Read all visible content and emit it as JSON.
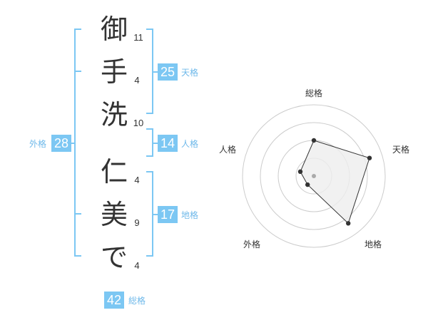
{
  "name": {
    "chars": [
      {
        "char": "御",
        "strokes": "11"
      },
      {
        "char": "手",
        "strokes": "4"
      },
      {
        "char": "洗",
        "strokes": "10"
      },
      {
        "char": "仁",
        "strokes": "4"
      },
      {
        "char": "美",
        "strokes": "9"
      },
      {
        "char": "で",
        "strokes": "4"
      }
    ]
  },
  "kakusu": {
    "tenkaku": {
      "value": "25",
      "label": "天格"
    },
    "jinkaku": {
      "value": "14",
      "label": "人格"
    },
    "chikaku": {
      "value": "17",
      "label": "地格"
    },
    "gaikaku": {
      "value": "28",
      "label": "外格"
    },
    "soukaku": {
      "value": "42",
      "label": "総格"
    }
  },
  "chart_data": {
    "type": "radar",
    "axes": [
      "総格",
      "天格",
      "地格",
      "外格",
      "人格"
    ],
    "values": [
      0.5,
      0.82,
      0.82,
      0.15,
      0.2
    ],
    "max": 1,
    "rings": 4,
    "colors": {
      "fill": "#eeeeee",
      "line": "#333333",
      "grid": "#cccccc",
      "center": "#aaaaaa",
      "accent": "#7cc7f3"
    }
  }
}
